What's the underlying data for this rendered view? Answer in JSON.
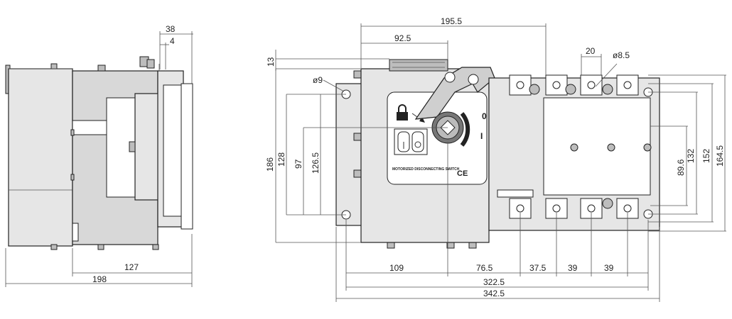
{
  "dimensions": {
    "side_38": "38",
    "side_4": "4",
    "side_127": "127",
    "side_198": "198",
    "top_195_5": "195.5",
    "top_92_5": "92.5",
    "top_20": "20",
    "top_dia_8_5": "ø8.5",
    "top_dia_9": "ø9",
    "left_13": "13",
    "left_186": "186",
    "left_128": "128",
    "left_97": "97",
    "left_126_5": "126.5",
    "right_89_6": "89.6",
    "right_132": "132",
    "right_152": "152",
    "right_164_5": "164.5",
    "bottom_109": "109",
    "bottom_76_5": "76.5",
    "bottom_37_5": "37.5",
    "bottom_39_a": "39",
    "bottom_39_b": "39",
    "bottom_322_5": "322.5",
    "bottom_342_5": "342.5"
  },
  "panel": {
    "label": "MOTORIZED DISCONNECTING SWITCH",
    "ce_mark": "CE",
    "pos_0": "0",
    "pos_1": "I"
  },
  "icons": [
    "padlock-icon",
    "ce-mark-icon",
    "operating-handle-icon"
  ]
}
